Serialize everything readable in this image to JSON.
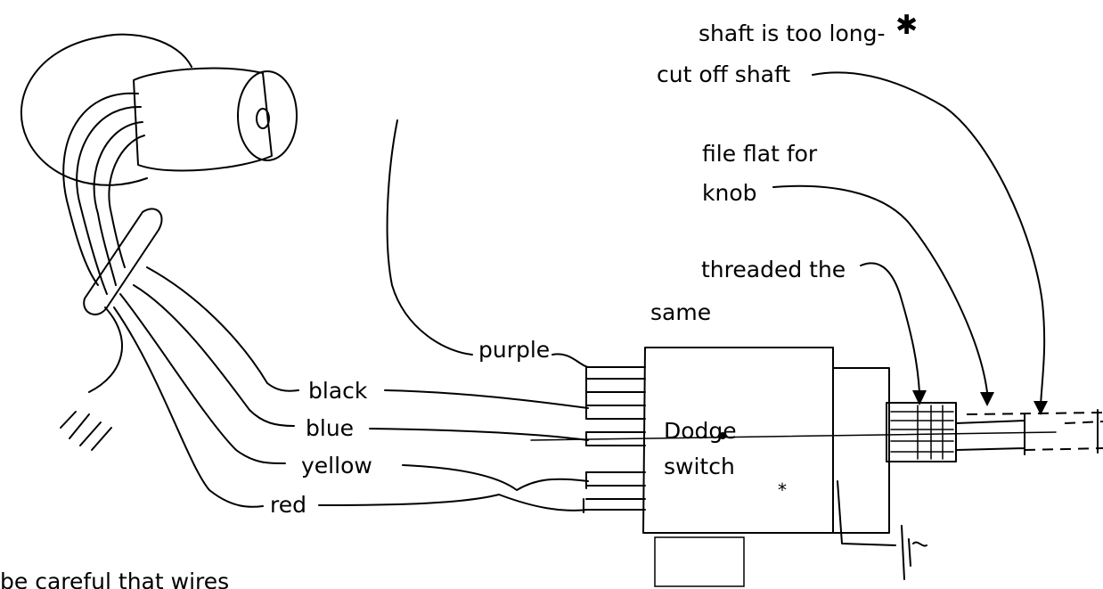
{
  "annotations": {
    "shaft_too_long": "shaft is too long-",
    "cut_off_shaft": "cut off shaft",
    "file_flat_for": "file flat for",
    "knob": "knob",
    "threaded_the": "threaded the",
    "same": "same",
    "footnote": "be careful that wires"
  },
  "wires": {
    "purple": "purple",
    "black": "black",
    "blue": "blue",
    "yellow": "yellow",
    "red": "red"
  },
  "switch": {
    "line1": "Dodge",
    "line2": "switch"
  }
}
